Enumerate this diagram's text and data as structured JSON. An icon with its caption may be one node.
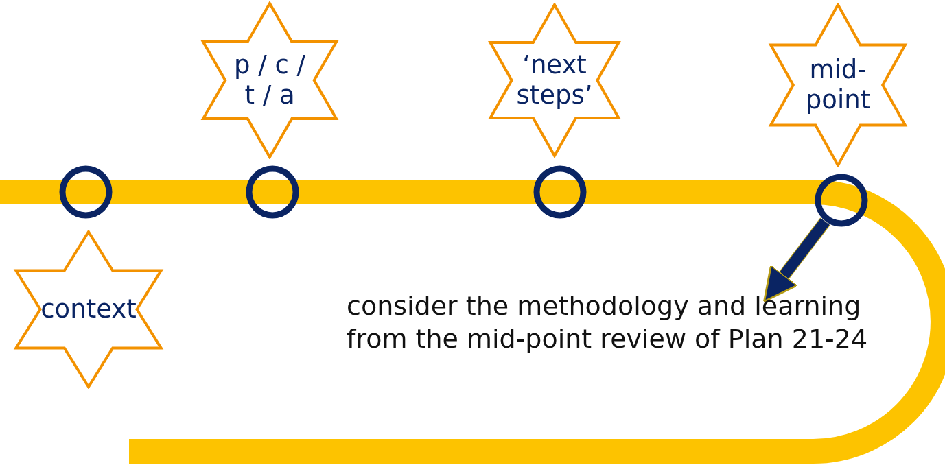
{
  "diagram": {
    "nodes": [
      {
        "text": [
          "p / c / t / a"
        ]
      },
      {
        "text": [
          "‘next steps’"
        ]
      },
      {
        "text": [
          "mid-point"
        ]
      },
      {
        "text": [],
        "shape": "circle"
      },
      {
        "text": [],
        "shape": "circle"
      },
      {
        "text": [],
        "shape": "circle"
      },
      {
        "text": [],
        "shape": "circle"
      },
      {
        "text": [
          "context"
        ]
      },
      {
        "text": [
          "consider the methodology and learning from the mid-point review of Plan 21-24"
        ]
      }
    ],
    "edges": [
      {
        "from": 6,
        "to": 8,
        "arrow": "to"
      }
    ]
  }
}
